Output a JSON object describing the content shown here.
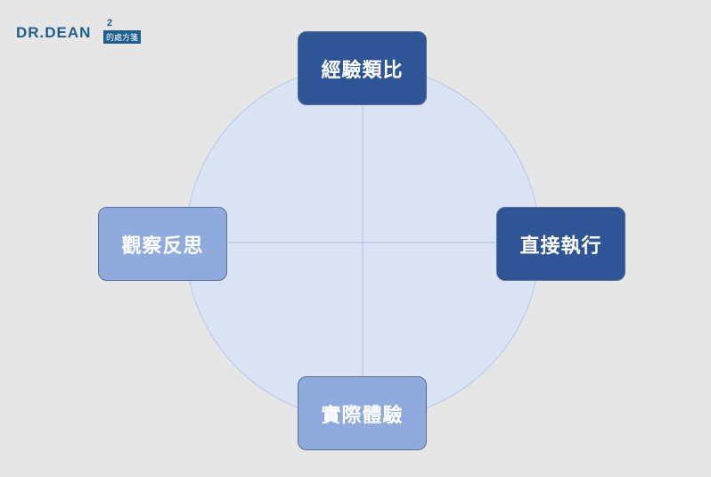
{
  "logo": {
    "main": "DR.DEAN",
    "superscript": "2",
    "tagline": "的處方箋"
  },
  "diagram": {
    "top": "經驗類比",
    "right": "直接執行",
    "bottom": "實際體驗",
    "left": "觀察反思"
  },
  "colors": {
    "dark": "#2f5597",
    "light": "#8faadc",
    "circle": "#dae3f3",
    "circle_stroke": "#b4c7e7"
  }
}
